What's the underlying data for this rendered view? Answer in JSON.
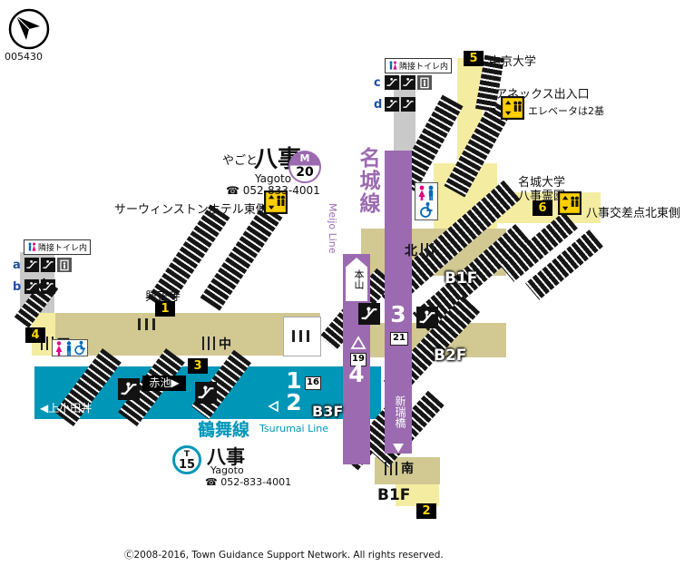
{
  "page": {
    "id_label": "005430",
    "copyright": "Ⓒ2008-2016, Town Guidance Support Network. All rights reserved."
  },
  "colors": {
    "meijo": "#9b6ab0",
    "tsurumai": "#0096b8",
    "tan": "#d2c892",
    "yellow": "#f4eda1",
    "exityellow": "#ffd800",
    "ev": "#fbcf00",
    "gray": "#c9c9c9"
  },
  "station_main": {
    "kana": "やごと",
    "kanji": "八事",
    "romaji": "Yagoto",
    "phone": "☎ 052-833-4001",
    "badge": {
      "letter": "M",
      "number": "20"
    }
  },
  "station_tsurumai": {
    "kanji": "八事",
    "romaji": "Yagoto",
    "phone": "☎ 052-833-4001",
    "badge": {
      "letter": "T",
      "number": "15"
    }
  },
  "lines": {
    "meijo": {
      "name": "名城線",
      "romaji": "Meijo Line"
    },
    "tsurumai": {
      "name": "鶴舞線",
      "romaji": "Tsurumai Line"
    }
  },
  "directions": {
    "motoyama": "本山",
    "aratamabashi": "新瑞橋",
    "akaike": "赤池▶",
    "kamiotai": "◀上小田井"
  },
  "exits": {
    "e1": "1",
    "e2": "2",
    "e3": "3",
    "e4": "4",
    "e5": "5",
    "e6": "6"
  },
  "poi": {
    "chukyo": "中京大学",
    "annex": "アネックス出入口",
    "annex_note": "エレベータは2基",
    "meijo_univ": "名城大学",
    "reien": "八事霊園",
    "kousaten": "八事交差点北東側",
    "hotel": "サーウィンストンホテル東側",
    "koshoji": "興正寺"
  },
  "legend": {
    "toilet_note": "隣接トイレ内",
    "a": "a",
    "b": "b",
    "c": "c",
    "d": "d"
  },
  "gates": {
    "west": "西",
    "middle": "中",
    "north": "北",
    "south": "南"
  },
  "floors": {
    "b1f_north": "B1F",
    "b2f": "B2F",
    "b3f": "B3F",
    "b1f_south": "B1F"
  },
  "platforms": {
    "p1": "1",
    "p2": "2",
    "p3": "3",
    "p4": "4",
    "box16": "16",
    "box21": "21",
    "box19": "19"
  }
}
